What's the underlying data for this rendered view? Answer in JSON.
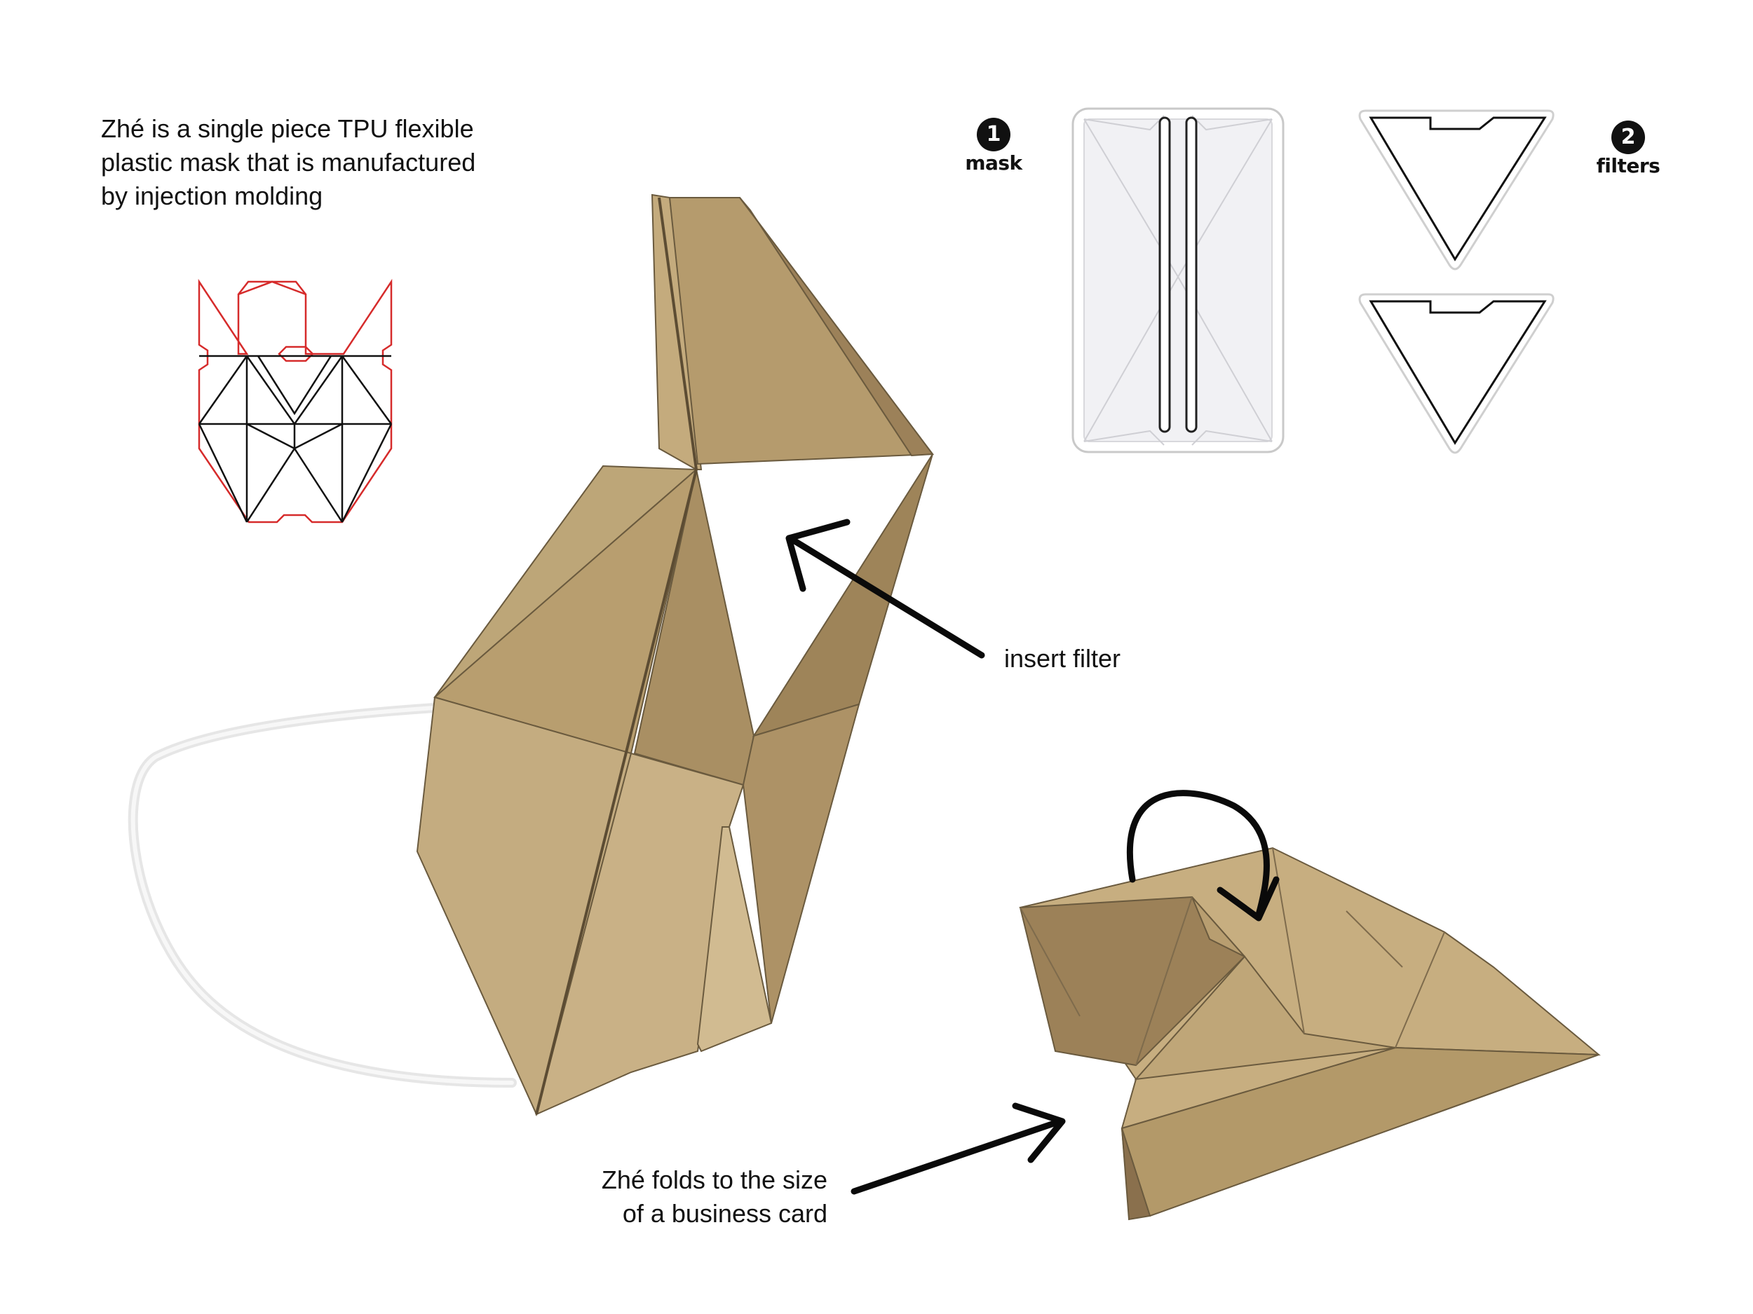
{
  "intro": {
    "lines": [
      "Zhé is a single piece TPU flexible",
      "plastic mask that is manufactured",
      "by injection molding"
    ]
  },
  "callouts": {
    "insert_filter": "insert filter",
    "folds": [
      "Zhé folds to the size",
      "of a business card"
    ]
  },
  "badges": {
    "mask": {
      "number": "1",
      "label": "mask"
    },
    "filters": {
      "number": "2",
      "label": "filters"
    }
  },
  "colors": {
    "background": "#ffffff",
    "mask_light": "#cdb68a",
    "mask_mid": "#b99f72",
    "mask_dark": "#8f7651",
    "pattern_outline": "#d62b2b",
    "pattern_lines": "#111111",
    "arrow": "#0a0a0a",
    "strap": "#eeeeee"
  }
}
